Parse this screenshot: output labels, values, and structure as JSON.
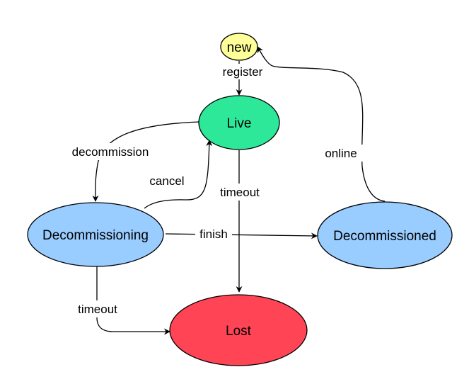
{
  "nodes": {
    "new": {
      "label": "new",
      "color": "#ffff99"
    },
    "live": {
      "label": "Live",
      "color": "#2ee89a"
    },
    "decommissioning": {
      "label": "Decommissioning",
      "color": "#99ccff"
    },
    "decommissioned": {
      "label": "Decommissioned",
      "color": "#99ccff"
    },
    "lost": {
      "label": "Lost",
      "color": "#ff4455"
    }
  },
  "edges": {
    "register": "register",
    "decommission": "decommission",
    "cancel": "cancel",
    "timeout_live": "timeout",
    "finish": "finish",
    "online": "online",
    "timeout_decommissioning": "timeout"
  }
}
